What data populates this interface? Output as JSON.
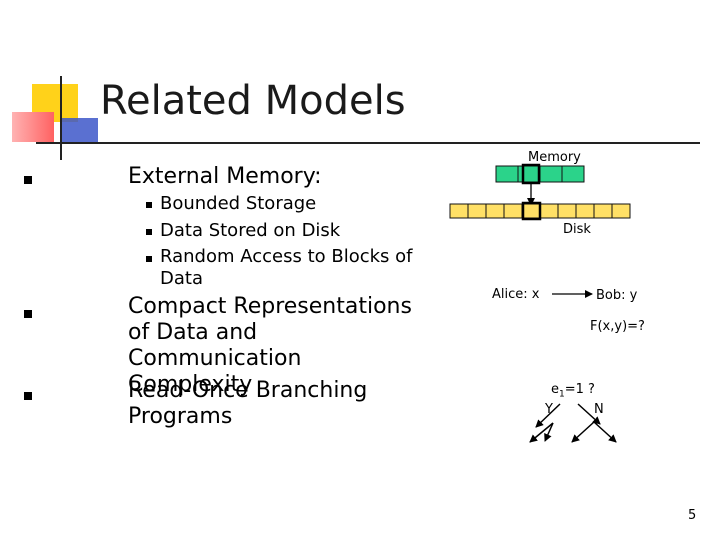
{
  "slide": {
    "title": "Related Models",
    "page_number": "5"
  },
  "bullets": [
    {
      "text": "External Memory:",
      "sub": [
        "Bounded Storage",
        "Data Stored on Disk",
        "Random Access to Blocks of Data"
      ]
    },
    {
      "text": "Compact Representations of Data and Communication Complexity"
    },
    {
      "text": "Read-Once Branching Programs"
    }
  ],
  "diagram": {
    "memory_label": "Memory",
    "disk_label": "Disk",
    "alice_label": "Alice: x",
    "bob_label": "Bob: y",
    "function_label": "F(x,y)=?",
    "node_label_prefix": "e",
    "node_label_sub": "1",
    "node_label_suffix": "=1 ?",
    "yes_label": "Y",
    "no_label": "N",
    "colors": {
      "memory_cells": "#2bd38a",
      "disk_cells": "#ffe066",
      "cell_border": "#111111"
    }
  }
}
